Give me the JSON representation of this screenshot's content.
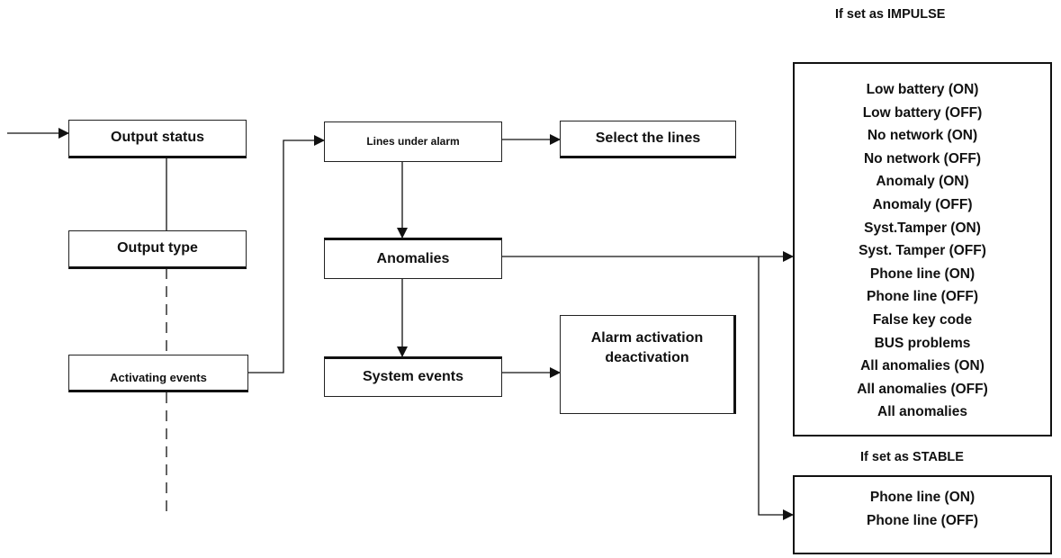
{
  "diagram": {
    "boxes": {
      "output_status": "Output status",
      "output_type": "Output type",
      "activating_events": "Activating events",
      "lines_under_alarm": "Lines under alarm",
      "select_the_lines": "Select the lines",
      "anomalies": "Anomalies",
      "system_events": "System events",
      "alarm_activation": "Alarm activation\ndeactivation"
    },
    "impulse": {
      "heading": "If set as IMPULSE",
      "items": [
        "Low battery (ON)",
        "Low battery (OFF)",
        "No network (ON)",
        "No network (OFF)",
        "Anomaly (ON)",
        "Anomaly (OFF)",
        "Syst.Tamper  (ON)",
        "Syst. Tamper  (OFF)",
        "Phone line (ON)",
        "Phone line  (OFF)",
        "False key code",
        "BUS problems",
        "All anomalies (ON)",
        "All anomalies (OFF)",
        "All anomalies"
      ]
    },
    "stable": {
      "heading": "If set as STABLE",
      "items": [
        "Phone line (ON)",
        "Phone line (OFF)"
      ]
    }
  }
}
